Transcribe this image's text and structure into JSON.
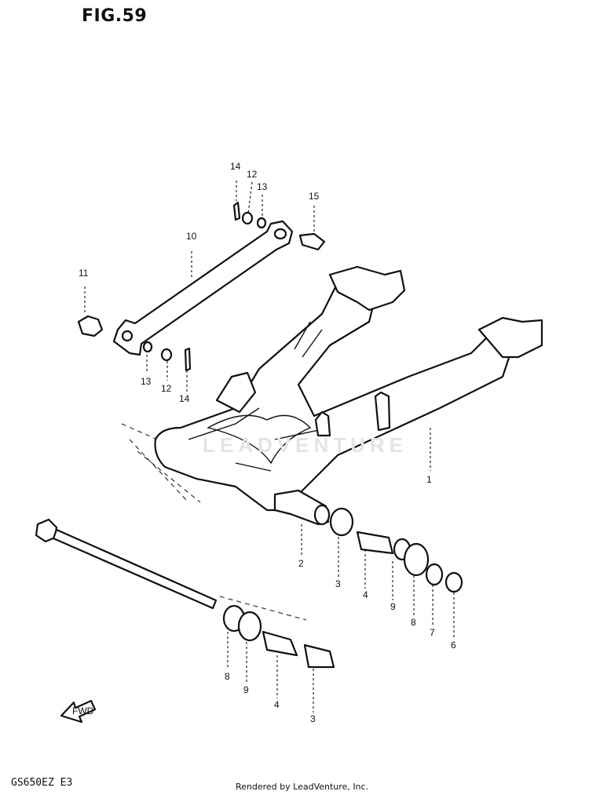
{
  "header": {
    "figure_label": "FIG.59"
  },
  "footer": {
    "model_code": "GS650EZ E3",
    "rendered_by": "Rendered by LeadVenture, Inc."
  },
  "watermark": {
    "text": "LEADVENTURE"
  },
  "fwd_arrow": {
    "label": "FWD"
  },
  "callouts": [
    {
      "id": "c1",
      "label": "1"
    },
    {
      "id": "c2",
      "label": "2"
    },
    {
      "id": "c3a",
      "label": "3"
    },
    {
      "id": "c4",
      "label": "4"
    },
    {
      "id": "c9a",
      "label": "9"
    },
    {
      "id": "c8a",
      "label": "8"
    },
    {
      "id": "c7",
      "label": "7"
    },
    {
      "id": "c6",
      "label": "6"
    },
    {
      "id": "c8b",
      "label": "8"
    },
    {
      "id": "c9b",
      "label": "9"
    },
    {
      "id": "c4b",
      "label": "4"
    },
    {
      "id": "c3b",
      "label": "3"
    },
    {
      "id": "c10",
      "label": "10"
    },
    {
      "id": "c11",
      "label": "11"
    },
    {
      "id": "c12a",
      "label": "12"
    },
    {
      "id": "c13a",
      "label": "13"
    },
    {
      "id": "c14a",
      "label": "14"
    },
    {
      "id": "c15",
      "label": "15"
    },
    {
      "id": "c12b",
      "label": "12"
    },
    {
      "id": "c13b",
      "label": "13"
    },
    {
      "id": "c14b",
      "label": "14"
    }
  ]
}
